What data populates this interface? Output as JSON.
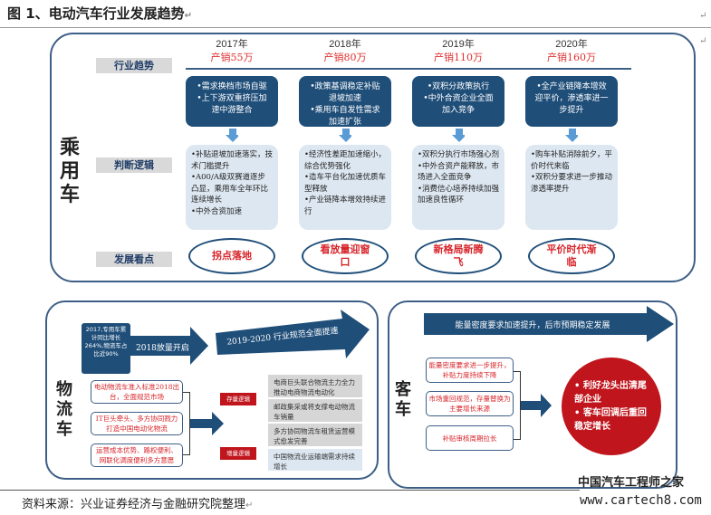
{
  "title": "图 1、电动汽车行业发展趋势",
  "para_mark": "↵",
  "passenger": {
    "label": "乘用车",
    "row_labels": [
      "行业趋势",
      "判断逻辑",
      "发展看点"
    ],
    "columns": [
      {
        "year": "2017年",
        "sales": "产销55万",
        "trend": "•需求换档市场自驱\n•上下游双重挤压加速中游整合",
        "logic": "•补贴退坡加速落实，技术门槛提升\n•A00/A级双赛道逐步凸显，乘用车全年环比连续增长\n•中外合资加速",
        "highlight": "拐点落地"
      },
      {
        "year": "2018年",
        "sales": "产销80万",
        "trend": "•政策基调稳定补贴退坡加速\n•乘用车自发性需求加速扩张",
        "logic": "•经济性差距加速缩小，综合优势强化\n•造车平台化加速优质车型释放\n•产业链降本增效持续进行",
        "highlight": "看放量迎窗口"
      },
      {
        "year": "2019年",
        "sales": "产销110万",
        "trend": "•双积分政策执行\n•中外合资企业全面加入竞争",
        "logic": "•双积分执行市场强心剂\n•中外合资产能释放，市场进入全面竞争\n•消费信心培养持续加强加速良性循环",
        "highlight": "新格局新腾飞"
      },
      {
        "year": "2020年",
        "sales": "产销160万",
        "trend": "•全产业链降本增效迎平价，渗透率进一步提升",
        "logic": "•购车补贴消除前夕，平价时代来临\n•双积分要求进一步推动渗透率提升",
        "highlight": "平价时代渐临"
      }
    ]
  },
  "logistics": {
    "label": "物流车",
    "stat": "2017,专用车累计同比增长264%,物流车占比近90%",
    "arrow1": "2018放量开启",
    "arrow2": "2019-2020 行业规范全面提速",
    "drivers": [
      "电动物流车准入标准2018出台，全面规范市场",
      "IT巨头牵头、多方协同戮力打造中国电动化物流",
      "运营成本优势、路权便利、网联化调度便利多方意愿"
    ],
    "stock_tag": "存量逻辑",
    "incr_tag": "增量逻辑",
    "stock_items": [
      "电商巨头联合物流主力全力推动电商物流电动化",
      "邮政集采或将支撑电动物流车销量",
      "多方协同物流车租赁运营模式愈发完善"
    ],
    "incr_items": [
      "中国物流业运输端需求持续增长"
    ]
  },
  "bus": {
    "label": "客车",
    "arrow": "能量密度要求加速提升，后市预期稳定发展",
    "drivers": [
      "能量密度要求进一步提升，补贴力度持续下降",
      "市场重回规范，存量替换为主要增长来源",
      "补贴审核周期拉长"
    ],
    "result": [
      "•  利好龙头出清尾部企业",
      "•  客车回调后重回稳定增长"
    ]
  },
  "source": "资料来源：兴业证券经济与金融研究院整理",
  "watermark": {
    "name": "中国汽车工程师之家",
    "url": "www.cartech8.com"
  }
}
